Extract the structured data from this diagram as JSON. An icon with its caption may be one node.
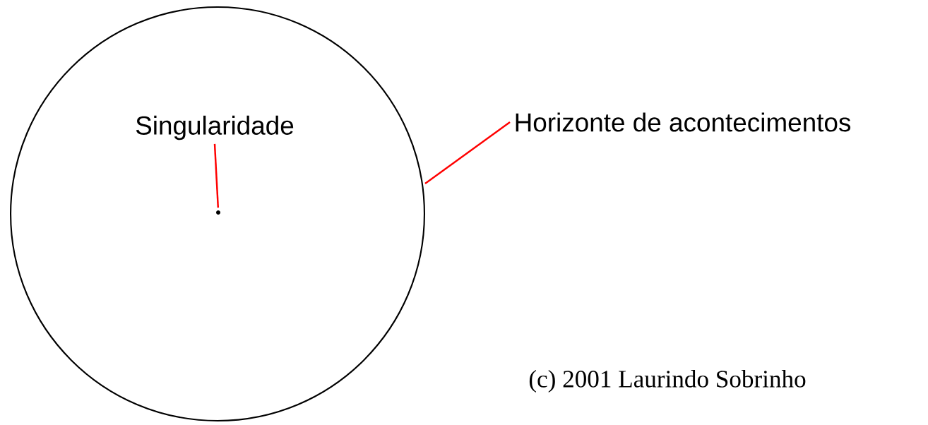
{
  "diagram": {
    "nodes": [
      {
        "text": [],
        "shape": "circle"
      },
      {
        "text": [],
        "shape": "circle",
        "in": 0
      },
      {
        "text": [
          "Singularidade"
        ],
        "in": 0
      },
      {
        "text": [
          "Horizonte de acontecimentos"
        ]
      }
    ],
    "edges": [
      {
        "from": 2,
        "to": 1,
        "arrow": "none",
        "color": "#ff0000"
      },
      {
        "from": 3,
        "to": 0,
        "arrow": "none",
        "color": "#ff0000"
      }
    ],
    "labels": [
      "(c) 2001 Laurindo Sobrinho"
    ]
  }
}
